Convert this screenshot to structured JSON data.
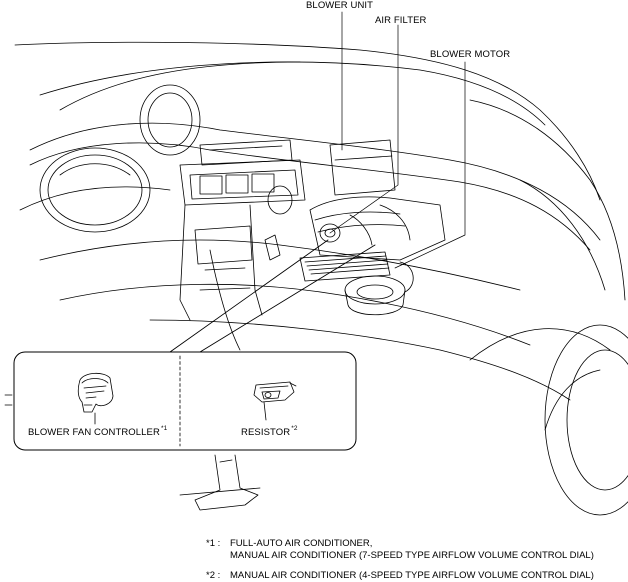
{
  "labels": {
    "blower_unit": "BLOWER UNIT",
    "air_filter": "AIR FILTER",
    "blower_motor": "BLOWER MOTOR",
    "blower_fan_controller": "BLOWER FAN CONTROLLER",
    "blower_fan_controller_mark": "*1",
    "resistor": "RESISTOR",
    "resistor_mark": "*2"
  },
  "notes": [
    {
      "mark": "*1 :",
      "line1": "FULL-AUTO AIR CONDITIONER,",
      "line2": "MANUAL AIR CONDITIONER (7-SPEED TYPE AIRFLOW VOLUME CONTROL DIAL)"
    },
    {
      "mark": "*2 :",
      "line1": "MANUAL AIR CONDITIONER (4-SPEED TYPE AIRFLOW VOLUME CONTROL DIAL)"
    }
  ]
}
